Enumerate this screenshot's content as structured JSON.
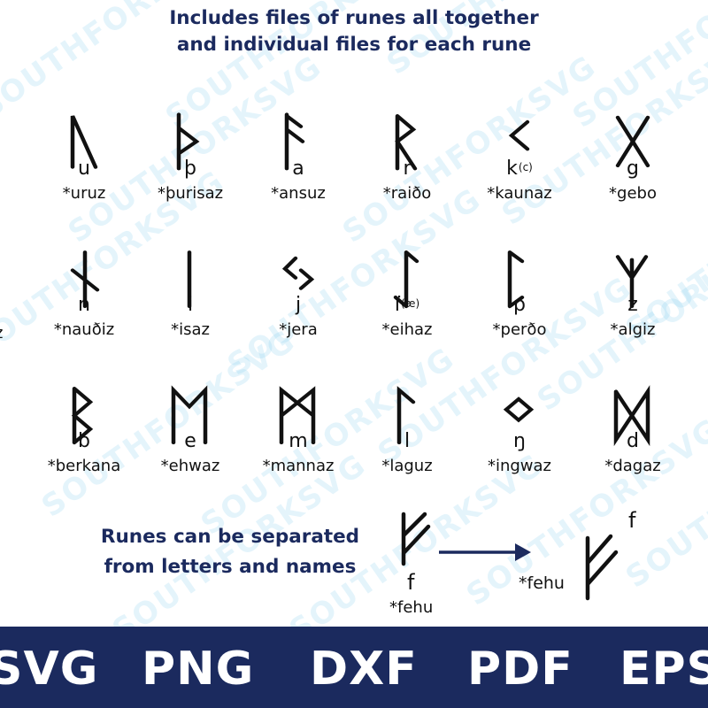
{
  "header": {
    "line1": "Includes files of runes all together",
    "line2": "and individual files for each rune"
  },
  "runes_row1": [
    {
      "icon": "uruz-rune-icon",
      "letter": "u",
      "name": "*uruz"
    },
    {
      "icon": "thurisaz-rune-icon",
      "letter": "þ",
      "name": "*þurisaz"
    },
    {
      "icon": "ansuz-rune-icon",
      "letter": "a",
      "name": "*ansuz"
    },
    {
      "icon": "raido-rune-icon",
      "letter": "r",
      "name": "*raiðo"
    },
    {
      "icon": "kaunaz-rune-icon",
      "letter": "k",
      "note": "(c)",
      "name": "*kaunaz"
    },
    {
      "icon": "gebo-rune-icon",
      "letter": "g",
      "name": "*gebo"
    }
  ],
  "runes_row2": [
    {
      "icon": "naudiz-rune-icon",
      "letter": "n",
      "name": "*nauðiz"
    },
    {
      "icon": "isaz-rune-icon",
      "letter": "i",
      "name": "*isaz"
    },
    {
      "icon": "jera-rune-icon",
      "letter": "j",
      "name": "*jera"
    },
    {
      "icon": "eihaz-rune-icon",
      "letter": "ï",
      "note": "(æ)",
      "name": "*eihaz"
    },
    {
      "icon": "perdo-rune-icon",
      "letter": "p",
      "name": "*perðo"
    },
    {
      "icon": "algiz-rune-icon",
      "letter": "z",
      "name": "*algiz"
    }
  ],
  "runes_row3": [
    {
      "icon": "berkana-rune-icon",
      "letter": "b",
      "name": "*berkana"
    },
    {
      "icon": "ehwaz-rune-icon",
      "letter": "e",
      "name": "*ehwaz"
    },
    {
      "icon": "mannaz-rune-icon",
      "letter": "m",
      "name": "*mannaz"
    },
    {
      "icon": "laguz-rune-icon",
      "letter": "l",
      "name": "*laguz"
    },
    {
      "icon": "ingwaz-rune-icon",
      "letter": "ŋ",
      "name": "*ingwaz"
    },
    {
      "icon": "dagaz-rune-icon",
      "letter": "d",
      "name": "*dagaz"
    }
  ],
  "edge_letter": "z",
  "separation": {
    "line1": "Runes can be separated",
    "line2": "from letters and names",
    "before_letter": "f",
    "before_name": "*fehu",
    "after_letter": "f",
    "after_name": "*fehu",
    "icon": "fehu-rune-icon"
  },
  "formats": [
    "SVG",
    "PNG",
    "DXF",
    "PDF",
    "EPS"
  ],
  "watermark": "SOUTHFORKSVG",
  "colors": {
    "navy": "#1b2a5e",
    "watermark": "#5fc0ea",
    "ink": "#111111"
  }
}
